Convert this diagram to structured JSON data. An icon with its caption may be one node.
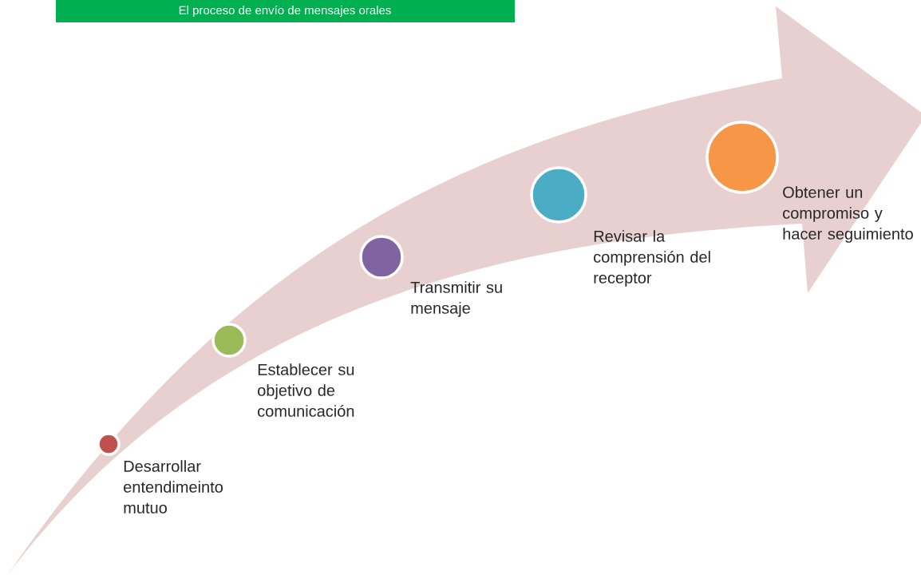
{
  "diagram": {
    "title": "El proceso de envío de mensajes orales",
    "nodes": [
      {
        "text": [],
        "shape": "circle",
        "beside": [
          "Desarrollar entendimeinto mutuo"
        ]
      },
      {
        "text": [],
        "shape": "circle",
        "beside": [
          "Establecer su objetivo de comunicación"
        ]
      },
      {
        "text": [],
        "shape": "circle",
        "beside": [
          "Transmitir su mensaje"
        ]
      },
      {
        "text": [],
        "shape": "circle",
        "beside": [
          "Revisar la comprensión del receptor"
        ]
      },
      {
        "text": [],
        "shape": "circle",
        "beside": [
          "Obtener un compromiso y hacer seguimiento"
        ]
      }
    ]
  }
}
